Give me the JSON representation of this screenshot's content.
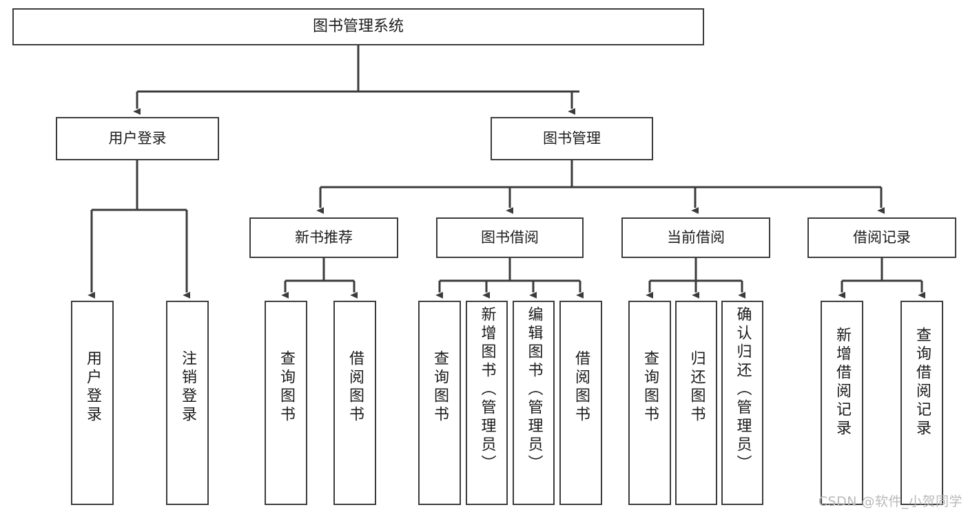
{
  "diagram": {
    "title": "图书管理系统",
    "type": "tree-hierarchy-chart",
    "colors": {
      "box_border": "#3b3b3b",
      "box_fill": "#ffffff",
      "connector": "#3b3b3b",
      "text": "#1b1b1b",
      "watermark": "#b9b9b9"
    },
    "levels": {
      "root": {
        "label": "图书管理系统"
      },
      "level2": [
        {
          "label": "用户登录"
        },
        {
          "label": "图书管理"
        }
      ],
      "level3": [
        {
          "label": "新书推荐"
        },
        {
          "label": "图书借阅"
        },
        {
          "label": "当前借阅"
        },
        {
          "label": "借阅记录"
        }
      ],
      "leaves": [
        {
          "label": "用户登录",
          "parent": "用户登录"
        },
        {
          "label": "注销登录",
          "parent": "用户登录"
        },
        {
          "label": "查询图书",
          "parent": "新书推荐"
        },
        {
          "label": "借阅图书",
          "parent": "新书推荐"
        },
        {
          "label": "查询图书",
          "parent": "图书借阅"
        },
        {
          "label": "新增图书（管理员）",
          "parent": "图书借阅"
        },
        {
          "label": "编辑图书（管理员）",
          "parent": "图书借阅"
        },
        {
          "label": "借阅图书",
          "parent": "图书借阅"
        },
        {
          "label": "查询图书",
          "parent": "当前借阅"
        },
        {
          "label": "归还图书",
          "parent": "当前借阅"
        },
        {
          "label": "确认归还（管理员）",
          "parent": "当前借阅"
        },
        {
          "label": "新增借阅记录",
          "parent": "借阅记录"
        },
        {
          "label": "查询借阅记录",
          "parent": "借阅记录"
        }
      ]
    },
    "watermark": "CSDN @软件_小贺同学"
  }
}
